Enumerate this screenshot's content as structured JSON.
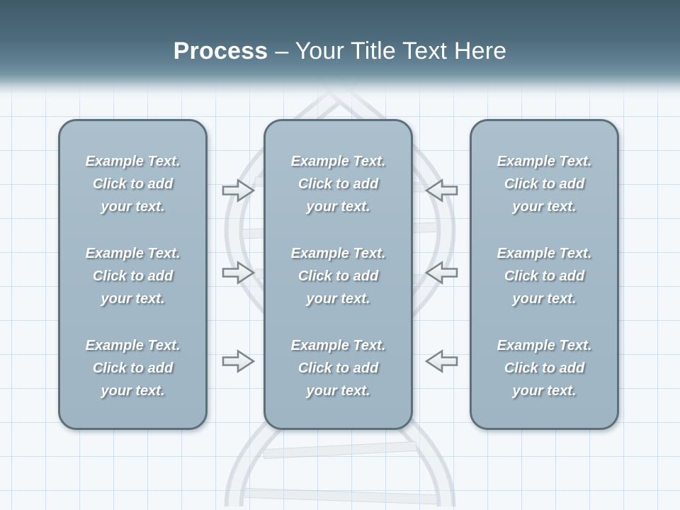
{
  "slide": {
    "header": {
      "title_bold": "Process",
      "title_rest": "– Your Title Text Here"
    },
    "columns": [
      {
        "name": "left-column",
        "blocks": [
          "Example Text.\nClick  to add\nyour text.",
          "Example Text.\nClick  to add\nyour text.",
          "Example Text.\nClick  to add\nyour text."
        ]
      },
      {
        "name": "center-column",
        "blocks": [
          "Example Text.\nClick  to add\nyour text.",
          "Example Text.\nClick  to add\nyour text.",
          "Example Text.\nClick  to add\nyour text."
        ]
      },
      {
        "name": "right-column",
        "blocks": [
          "Example Text.\nClick  to add\nyour text.",
          "Example Text.\nClick  to add\nyour text.",
          "Example Text.\nClick  to add\nyour text."
        ]
      }
    ],
    "arrows": {
      "left_to_center": {
        "icon": "right-arrow-icon",
        "count": 3
      },
      "right_to_center": {
        "icon": "left-arrow-icon",
        "count": 3
      }
    },
    "background_graphic": "dna-double-helix-watermark",
    "colors": {
      "header_top": "#405a69",
      "header_mid": "#638394",
      "panel_fill": "#a3b8c6",
      "panel_border": "#5d7078",
      "arrow_fill": "#eff1f2",
      "arrow_border": "#7b868d",
      "text": "#ffffff",
      "grid_line": "#d3e2f2",
      "background": "#f4f8fb"
    }
  }
}
